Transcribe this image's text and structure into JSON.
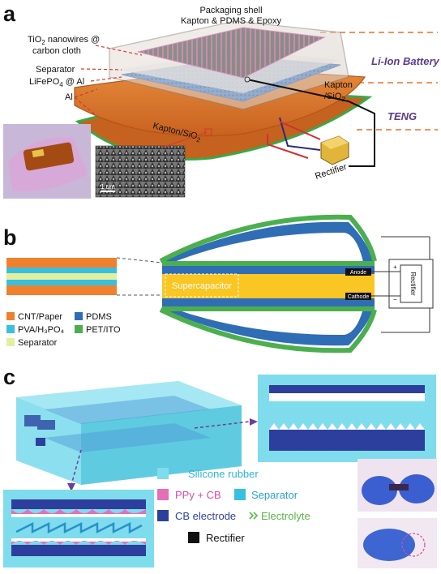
{
  "panel_a": {
    "letter": "a",
    "packaging_shell_line1": "Packaging shell",
    "packaging_shell_line2": "Kapton & PDMS & Epoxy",
    "tio2_line1": "TiO",
    "tio2_sub": "2",
    "tio2_line1_rest": " nanowires @",
    "tio2_line2": "carbon cloth",
    "separator": "Separator",
    "lifepo4": "LiFePO",
    "lifepo4_sub": "4",
    "lifepo4_rest": " @ Al",
    "al": "Al",
    "kapton_right_line1": "Kapton",
    "kapton_right_line2": "/SiO",
    "kapton_right_sub": "2",
    "kapton_bottom": "Kapton/SiO",
    "kapton_bottom_sub": "2",
    "li_ion": "Li-Ion Battery",
    "teng": "TENG",
    "rectifier": "Rectifier",
    "scale_bar": "1 um"
  },
  "panel_b": {
    "letter": "b",
    "supercapacitor": "Supercapacitor",
    "anode": "Anode",
    "cathode": "Cathode",
    "rectifier": "Rectifier",
    "plus": "+",
    "minus": "−",
    "legend": [
      {
        "label": "CNT/Paper",
        "color": "#f07f2e"
      },
      {
        "label": "PDMS",
        "color": "#2f6db5"
      },
      {
        "label": "PVA/H₃PO₄",
        "color": "#39c0dd"
      },
      {
        "label": "PET/ITO",
        "color": "#4caf4f"
      },
      {
        "label": "Separator",
        "color": "#e3ef9e"
      }
    ]
  },
  "panel_c": {
    "letter": "c",
    "legend": {
      "silicone": "Silicone rubber",
      "ppy": "PPy + CB",
      "separator": "Separator",
      "cb_electrode": "CB electrode",
      "electrolyte": "Electrolyte",
      "rectifier": "Rectifier"
    }
  },
  "colors": {
    "orange": "#f07f2e",
    "dark_blue": "#2f6db5",
    "cyan": "#39c0dd",
    "green": "#4caf4f",
    "yellow": "#f9c623",
    "purple": "#6a3f98",
    "silicone": "#7fdcec",
    "navy": "#2d3f9c",
    "pink": "#e46fb6",
    "teng_orange": "#d7672a"
  }
}
